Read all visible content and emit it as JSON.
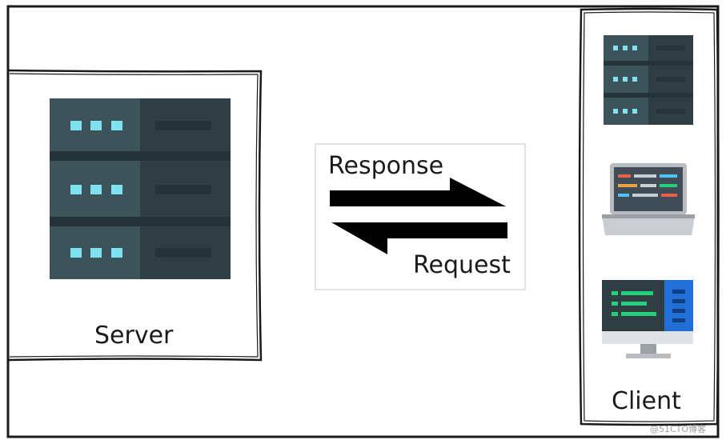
{
  "labels": {
    "server": "Server",
    "client": "Client",
    "response": "Response",
    "request": "Request",
    "watermark": "@51CTO博客"
  },
  "colors": {
    "server_light": "#3b5359",
    "server_dark": "#2f3e42",
    "server_led": "#7fe3ef",
    "laptop_body": "#b8bcc0",
    "laptop_screen": "#404c56",
    "monitor_screen": "#2f3e42",
    "monitor_panel": "#1f6fd6",
    "monitor_accent": "#25d07a",
    "arrow": "#000000"
  },
  "icons": [
    "server-rack-icon",
    "server-rack-small-icon",
    "laptop-icon",
    "desktop-monitor-icon",
    "response-arrow-icon",
    "request-arrow-icon"
  ]
}
